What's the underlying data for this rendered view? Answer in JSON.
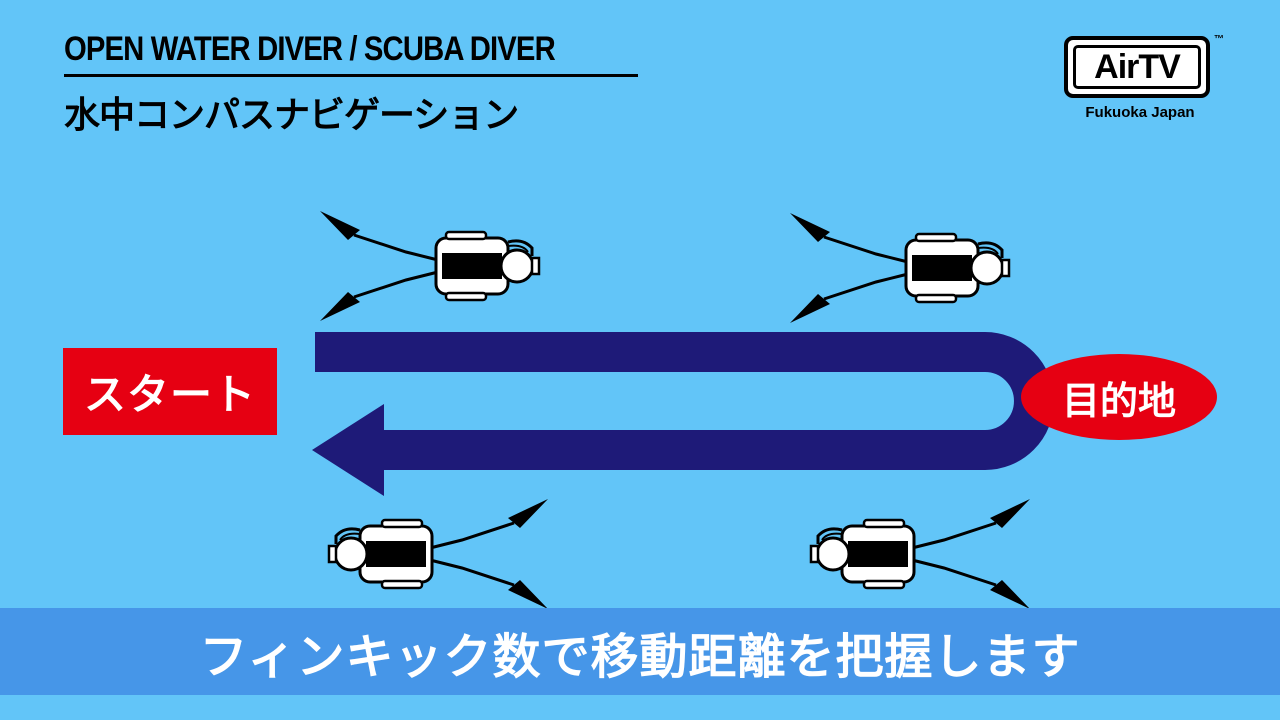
{
  "header": {
    "title_en": "OPEN WATER DIVER / SCUBA DIVER",
    "title_jp": "水中コンパスナビゲーション"
  },
  "logo": {
    "brand": "AirTV",
    "trademark": "™",
    "subtitle": "Fukuoka Japan"
  },
  "diagram": {
    "start_label": "スタート",
    "goal_label": "目的地",
    "diver_icons": [
      "diver-icon",
      "diver-icon",
      "diver-icon",
      "diver-icon"
    ]
  },
  "caption": {
    "text": "フィンキック数で移動距離を把握します"
  },
  "colors": {
    "background": "#62c5f8",
    "route": "#1e1a78",
    "accent_red": "#e60012",
    "caption_bar": "#4696e8"
  }
}
